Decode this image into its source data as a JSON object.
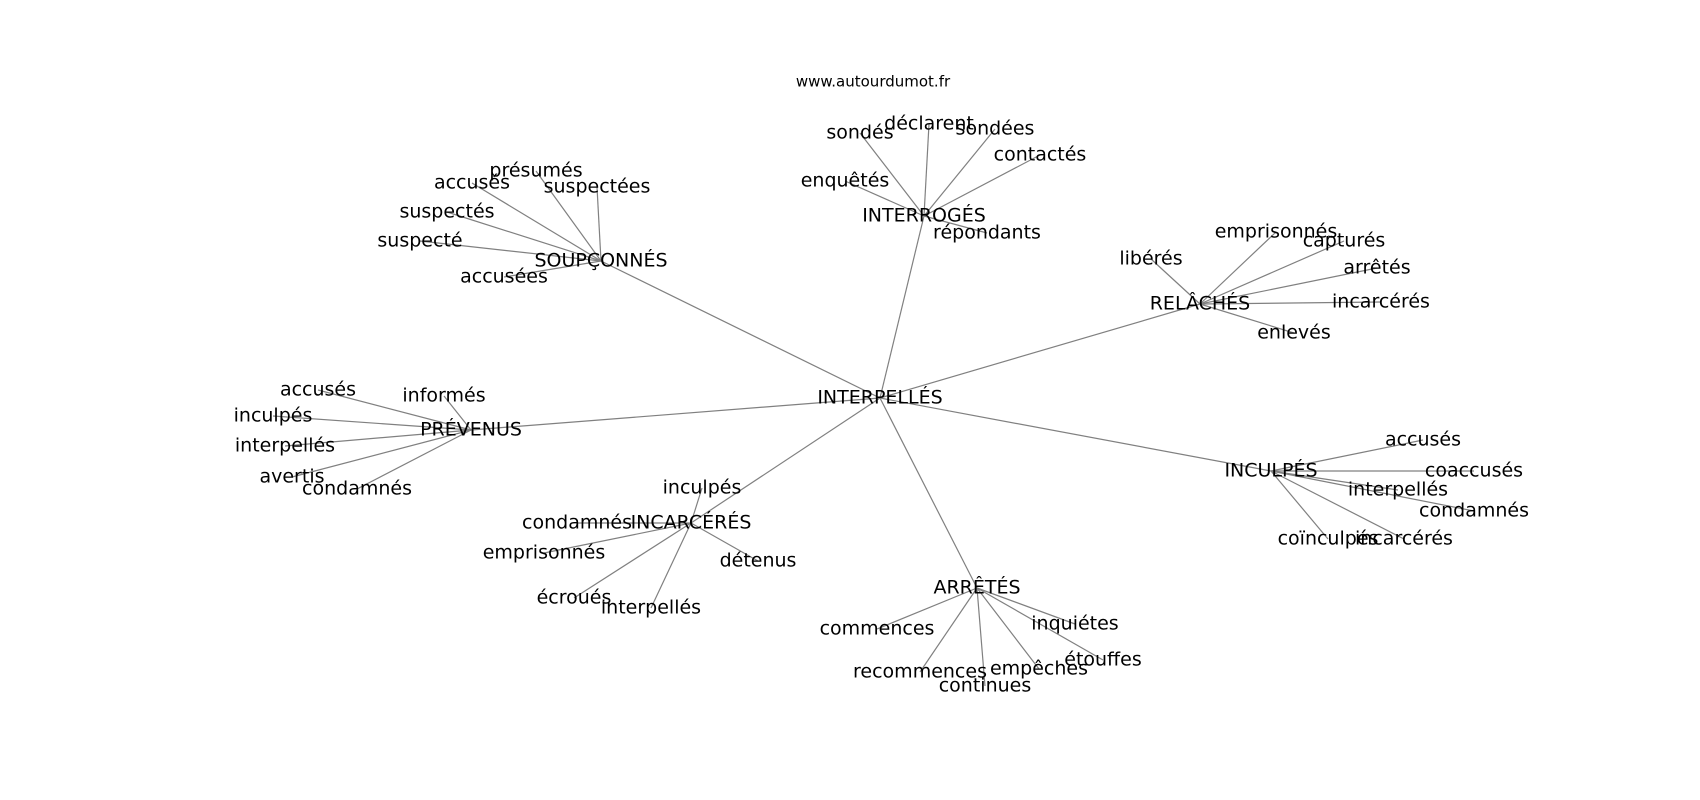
{
  "watermark": "www.autourdumot.fr",
  "colors": {
    "edge": "#808080",
    "text": "#000000",
    "background": "#ffffff"
  },
  "root": "INTERPELLÉS",
  "clusters": [
    {
      "name": "SOUPÇONNÉS",
      "leaves": [
        "présumés",
        "accusés",
        "suspectées",
        "suspectés",
        "suspecté",
        "accusées"
      ]
    },
    {
      "name": "INTERROGÉS",
      "leaves": [
        "sondés",
        "déclarent",
        "sondées",
        "contactés",
        "enquêtés",
        "répondants"
      ]
    },
    {
      "name": "RELÂCHÉS",
      "leaves": [
        "emprisonnés",
        "libérés",
        "capturés",
        "arrêtés",
        "incarcérés",
        "enlevés"
      ]
    },
    {
      "name": "PRÉVENUS",
      "leaves": [
        "accusés",
        "informés",
        "inculpés",
        "interpellés",
        "avertis",
        "condamnés"
      ]
    },
    {
      "name": "INCARCÉRÉS",
      "leaves": [
        "inculpés",
        "condamnés",
        "emprisonnés",
        "détenus",
        "écroués",
        "interpellés"
      ]
    },
    {
      "name": "INCULPÉS",
      "leaves": [
        "accusés",
        "coaccusés",
        "interpellés",
        "condamnés",
        "coïnculpés",
        "incarcérés"
      ]
    },
    {
      "name": "ARRÊTÉS",
      "leaves": [
        "commences",
        "inquiétes",
        "étouffes",
        "recommences",
        "empêches",
        "continues"
      ]
    }
  ]
}
